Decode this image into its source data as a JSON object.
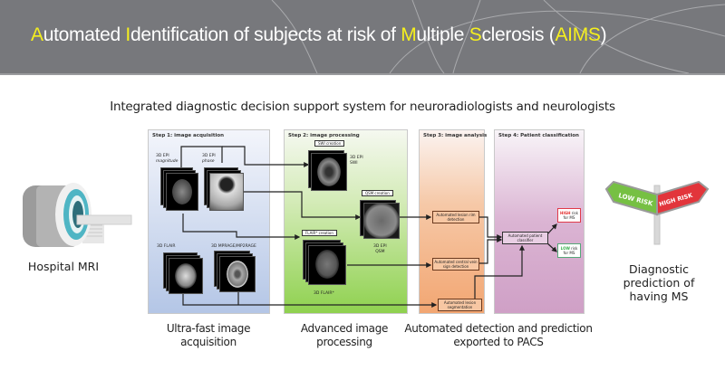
{
  "header": {
    "title_parts": [
      {
        "text": "A",
        "highlight": true
      },
      {
        "text": "utomated ",
        "highlight": false
      },
      {
        "text": "I",
        "highlight": true
      },
      {
        "text": "dentification of subjects at risk of ",
        "highlight": false
      },
      {
        "text": "M",
        "highlight": true
      },
      {
        "text": "ultiple ",
        "highlight": false
      },
      {
        "text": "S",
        "highlight": true
      },
      {
        "text": "clerosis (",
        "highlight": false
      },
      {
        "text": "AIMS",
        "highlight": true
      },
      {
        "text": ")",
        "highlight": false
      }
    ],
    "background_color": "#77787c",
    "highlight_color": "#f5ef1e"
  },
  "subtitle": "Integrated diagnostic decision support system for neuroradiologists and neurologists",
  "left": {
    "icon": "mri-scanner-icon",
    "label": "Hospital MRI"
  },
  "right": {
    "icon": "risk-signpost-icon",
    "sign_low": "LOW RISK",
    "sign_high": "HIGH RISK",
    "label_line1": "Diagnostic",
    "label_line2": "prediction of",
    "label_line3": "having MS"
  },
  "steps": [
    {
      "title": "Step 1: image acquisition",
      "images": {
        "epi_mag_line1": "3D EPI",
        "epi_mag_line2": "magnitude",
        "epi_phase_line1": "3D EPI",
        "epi_phase_line2": "phase",
        "flair": "3D FLAIR",
        "mprage": "3D MPRAGE/MP2RAGE"
      },
      "caption_line1": "Ultra-fast image",
      "caption_line2": "acquisition"
    },
    {
      "title": "Step 2: image processing",
      "swi_tag": "SWI creation",
      "swi_label_line1": "3D EPI",
      "swi_label_line2": "SWI",
      "qsm_tag": "QSM creation",
      "qsm_label_line1": "3D EPI",
      "qsm_label_line2": "QSM",
      "flair_star_tag": "FLAIR* creation",
      "flair_star_label": "3D FLAIR*",
      "caption_line1": "Advanced image",
      "caption_line2": "processing"
    },
    {
      "title": "Step 3: image analysis",
      "boxes": [
        {
          "line1": "Automated lesion rim",
          "line2": "detection"
        },
        {
          "line1": "Automated central vein",
          "line2": "sign detection"
        },
        {
          "line1": "Automated lesion",
          "line2": "segmentation"
        }
      ],
      "caption_line1": "Automated detection and prediction",
      "caption_line2": "exported to PACS"
    },
    {
      "title": "Step 4: Patient classification",
      "classifier_line1": "Automated patient",
      "classifier_line2": "classifier",
      "high_word": "HIGH",
      "high_rest": " risk",
      "high_line2": "for MS",
      "low_word": "LOW",
      "low_rest": " risk",
      "low_line2": "for MS"
    }
  ]
}
